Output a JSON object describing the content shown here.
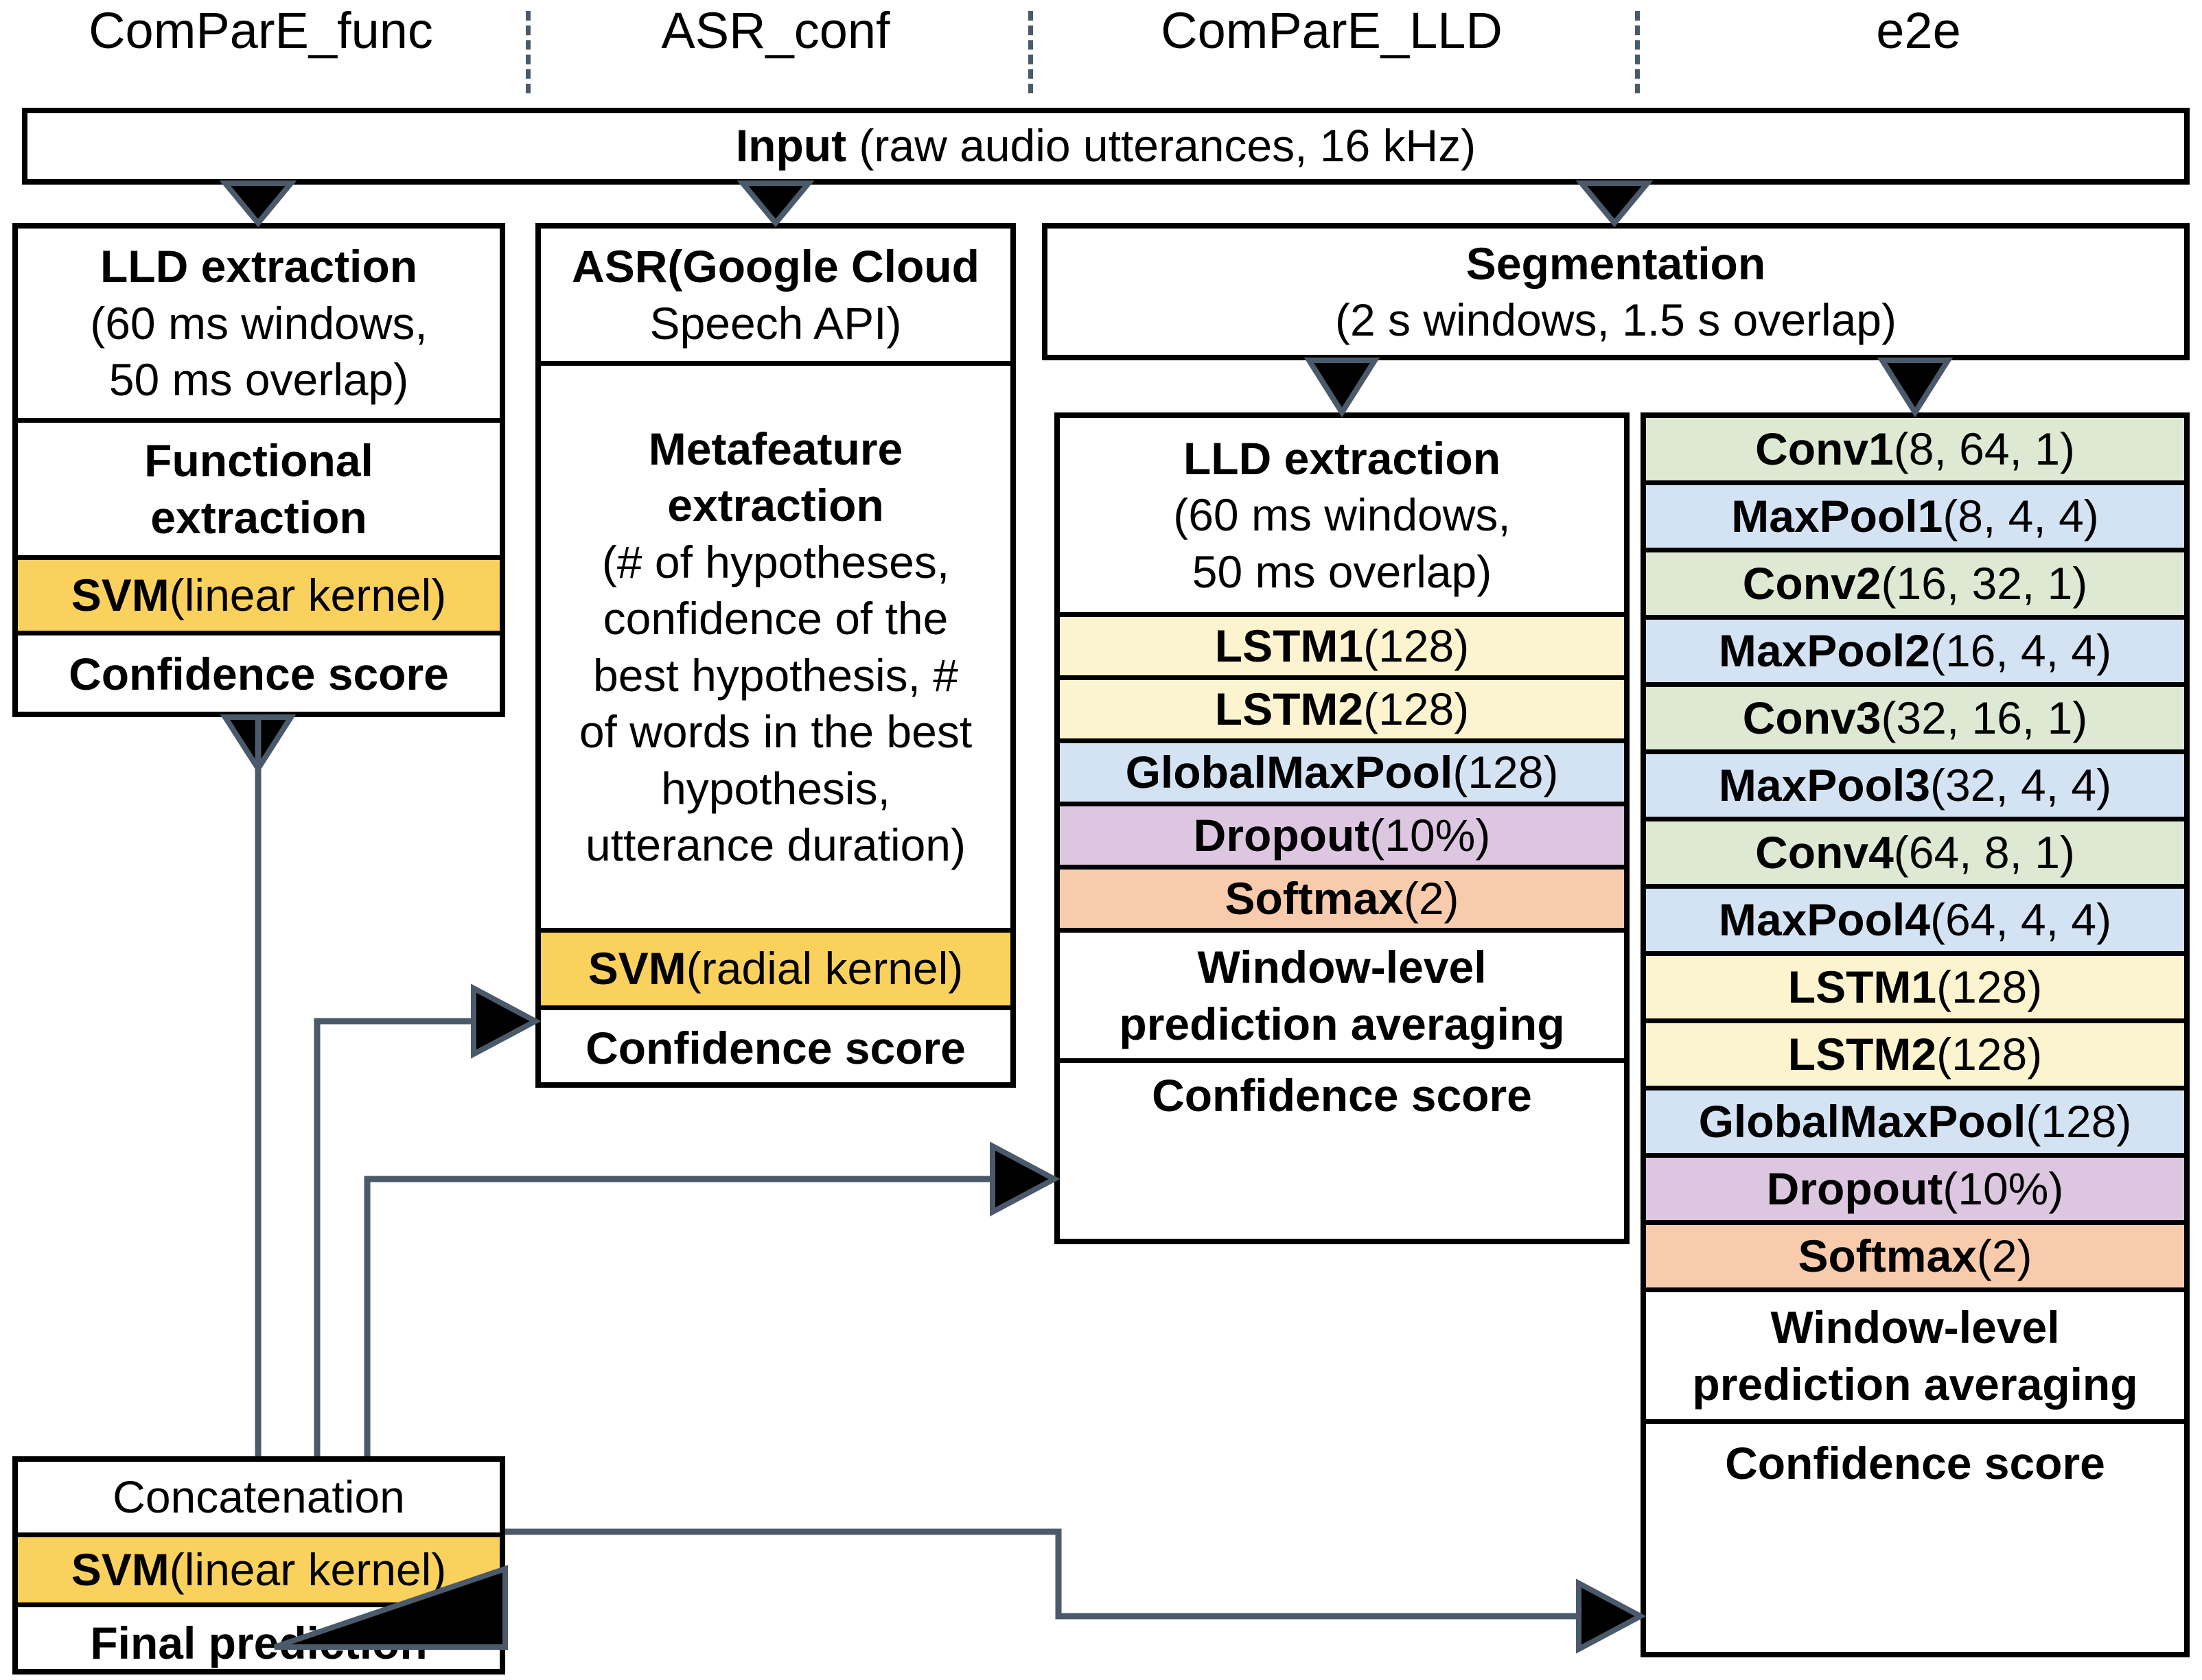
{
  "columns": [
    {
      "id": "compare_func",
      "label": "ComParE_func"
    },
    {
      "id": "asr_conf",
      "label": "ASR_conf"
    },
    {
      "id": "compare_lld",
      "label": "ComParE_LLD"
    },
    {
      "id": "e2e",
      "label": "e2e"
    }
  ],
  "input_box": {
    "bold": "Input",
    "rest": " (raw audio utterances, 16 kHz)"
  },
  "compare_func": {
    "rows": [
      {
        "bold": "LLD extraction",
        "rest": "",
        "lines": [
          "LLD extraction",
          "(60 ms windows,",
          "50 ms overlap)"
        ],
        "fill": "white"
      },
      {
        "bold": "Functional extraction",
        "rest": "",
        "lines": [
          "Functional",
          "extraction"
        ],
        "fill": "white"
      },
      {
        "bold": "SVM",
        "rest": "(linear kernel)",
        "fill": "gold"
      },
      {
        "bold": "Confidence score",
        "rest": "",
        "fill": "white"
      }
    ]
  },
  "asr_conf": {
    "rows": [
      {
        "bold": "ASR",
        "rest": "(Google Cloud Speech API)",
        "lines": [
          "ASR(Google Cloud",
          "Speech API)"
        ],
        "fill": "white"
      },
      {
        "bold": "Metafeature extraction",
        "rest": "(# of hypotheses, confidence of the best hypothesis, # of words in the best hypothesis, utterance duration)",
        "lines": [
          "Metafeature",
          "extraction",
          "(# of hypotheses,",
          "confidence of the",
          "best hypothesis, #",
          "of words in the best",
          "hypothesis,",
          "utterance duration)"
        ],
        "fill": "white"
      },
      {
        "bold": "SVM",
        "rest": "(radial kernel)",
        "fill": "gold"
      },
      {
        "bold": "Confidence score",
        "rest": "",
        "fill": "white"
      }
    ]
  },
  "segmentation_box": {
    "bold": "Segmentation",
    "rest": "(2 s windows, 1.5 s overlap)",
    "lines": [
      "Segmentation",
      "(2 s windows, 1.5 s overlap)"
    ]
  },
  "compare_lld": {
    "rows": [
      {
        "bold": "LLD extraction",
        "rest": "",
        "lines": [
          "LLD extraction",
          "(60 ms windows,",
          "50 ms overlap)"
        ],
        "fill": "white"
      },
      {
        "bold": "LSTM1",
        "rest": "(128)",
        "fill": "yellow"
      },
      {
        "bold": "LSTM2",
        "rest": "(128)",
        "fill": "yellow"
      },
      {
        "bold": "GlobalMaxPool",
        "rest": "(128)",
        "fill": "blue"
      },
      {
        "bold": "Dropout",
        "rest": "(10%)",
        "fill": "purple"
      },
      {
        "bold": "Softmax",
        "rest": "(2)",
        "fill": "orange"
      },
      {
        "bold": "Window-level prediction averaging",
        "rest": "",
        "lines": [
          "Window-level",
          "prediction averaging"
        ],
        "fill": "white"
      },
      {
        "bold": "Confidence score",
        "rest": "",
        "fill": "white"
      }
    ]
  },
  "e2e": {
    "rows": [
      {
        "bold": "Conv1",
        "rest": "(8, 64, 1)",
        "fill": "green"
      },
      {
        "bold": "MaxPool1",
        "rest": "(8, 4, 4)",
        "fill": "blue"
      },
      {
        "bold": "Conv2",
        "rest": "(16, 32, 1)",
        "fill": "green"
      },
      {
        "bold": "MaxPool2",
        "rest": "(16, 4, 4)",
        "fill": "blue"
      },
      {
        "bold": "Conv3",
        "rest": "(32, 16, 1)",
        "fill": "green"
      },
      {
        "bold": "MaxPool3",
        "rest": "(32, 4, 4)",
        "fill": "blue"
      },
      {
        "bold": "Conv4",
        "rest": "(64, 8, 1)",
        "fill": "green"
      },
      {
        "bold": "MaxPool4",
        "rest": "(64, 4, 4)",
        "fill": "blue"
      },
      {
        "bold": "LSTM1",
        "rest": "(128)",
        "fill": "yellow"
      },
      {
        "bold": "LSTM2",
        "rest": "(128)",
        "fill": "yellow"
      },
      {
        "bold": "GlobalMaxPool",
        "rest": "(128)",
        "fill": "blue"
      },
      {
        "bold": "Dropout",
        "rest": "(10%)",
        "fill": "purple"
      },
      {
        "bold": "Softmax",
        "rest": "(2)",
        "fill": "orange"
      },
      {
        "bold": "Window-level prediction averaging",
        "rest": "",
        "lines": [
          "Window-level",
          "prediction averaging"
        ],
        "fill": "white"
      },
      {
        "bold": "Confidence score",
        "rest": "",
        "fill": "white"
      }
    ]
  },
  "fusion": {
    "rows": [
      {
        "bold": "Concatenation",
        "rest": "",
        "fill": "white"
      },
      {
        "bold": "SVM",
        "rest": "(linear kernel)",
        "fill": "gold"
      },
      {
        "bold": "Final prediction",
        "rest": "",
        "fill": "white"
      }
    ]
  },
  "colors": {
    "gold": "#fbd15e",
    "green": "#dde9d3",
    "blue": "#d4e3f3",
    "yellow": "#fcf3cf",
    "purple": "#dcc6e0",
    "orange": "#f8cbad",
    "wire": "#4a5a6a",
    "border": "#000000"
  }
}
